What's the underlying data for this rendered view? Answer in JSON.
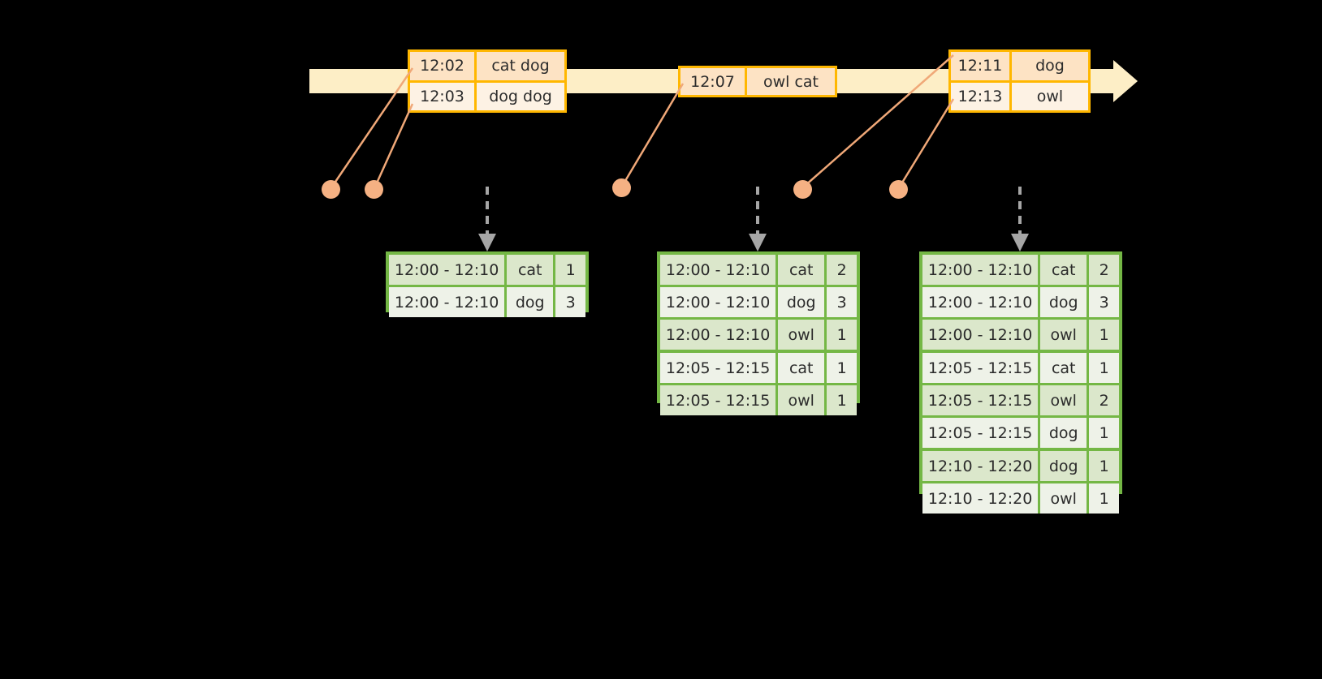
{
  "timeline": {
    "label": "event-stream-timeline",
    "bar_color": "#fdeec6",
    "accent_color": "#ffb700",
    "dot_color": "#f5b183",
    "event_groups": [
      {
        "name": "group-1",
        "rows": [
          {
            "time": "12:02",
            "words": "cat dog"
          },
          {
            "time": "12:03",
            "words": "dog dog"
          }
        ]
      },
      {
        "name": "group-2",
        "rows": [
          {
            "time": "12:07",
            "words": "owl cat"
          }
        ]
      },
      {
        "name": "group-3",
        "rows": [
          {
            "time": "12:11",
            "words": "dog"
          },
          {
            "time": "12:13",
            "words": "owl"
          }
        ]
      }
    ]
  },
  "tables": [
    {
      "name": "result-table-1",
      "border_color": "#74b745",
      "rows": [
        {
          "window": "12:00 - 12:10",
          "word": "cat",
          "count": "1"
        },
        {
          "window": "12:00 - 12:10",
          "word": "dog",
          "count": "3"
        }
      ]
    },
    {
      "name": "result-table-2",
      "border_color": "#74b745",
      "rows": [
        {
          "window": "12:00 - 12:10",
          "word": "cat",
          "count": "2"
        },
        {
          "window": "12:00 - 12:10",
          "word": "dog",
          "count": "3"
        },
        {
          "window": "12:00 - 12:10",
          "word": "owl",
          "count": "1"
        },
        {
          "window": "12:05 - 12:15",
          "word": "cat",
          "count": "1"
        },
        {
          "window": "12:05 - 12:15",
          "word": "owl",
          "count": "1"
        }
      ]
    },
    {
      "name": "result-table-3",
      "border_color": "#74b745",
      "rows": [
        {
          "window": "12:00 - 12:10",
          "word": "cat",
          "count": "2"
        },
        {
          "window": "12:00 - 12:10",
          "word": "dog",
          "count": "3"
        },
        {
          "window": "12:00 - 12:10",
          "word": "owl",
          "count": "1"
        },
        {
          "window": "12:05 - 12:15",
          "word": "cat",
          "count": "1"
        },
        {
          "window": "12:05 - 12:15",
          "word": "owl",
          "count": "2"
        },
        {
          "window": "12:05 - 12:15",
          "word": "dog",
          "count": "1"
        },
        {
          "window": "12:10 - 12:20",
          "word": "dog",
          "count": "1"
        },
        {
          "window": "12:10 - 12:20",
          "word": "owl",
          "count": "1"
        }
      ]
    }
  ]
}
